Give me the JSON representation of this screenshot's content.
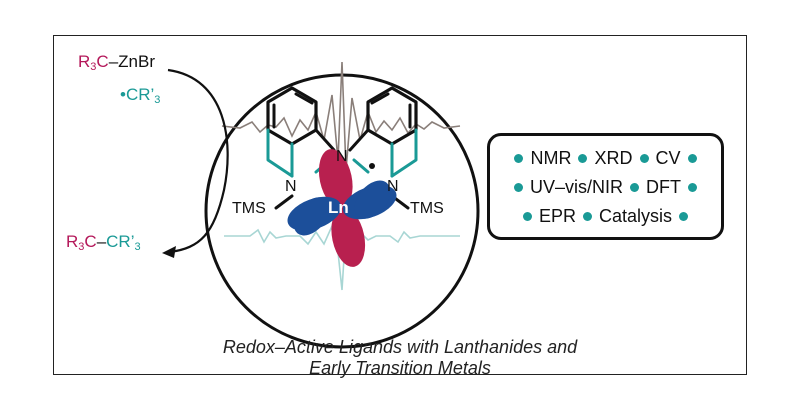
{
  "reagent": {
    "r3c": "R",
    "r3c_sub": "3",
    "r3c_tail": "C",
    "znbr": "–ZnBr",
    "radical_dot": "•",
    "radical_cr": "CR’",
    "radical_sub": "3"
  },
  "product": {
    "r3c": "R",
    "r3c_sub": "3",
    "r3c_tail": "C",
    "dash": "–",
    "cr": "CR’",
    "cr_sub": "3"
  },
  "complex": {
    "metal": "Ln",
    "n_left": "N",
    "n_center": "N",
    "n_right": "N",
    "tms_left": "TMS",
    "tms_right": "TMS"
  },
  "techniques": {
    "row1": [
      "NMR",
      "XRD",
      "CV"
    ],
    "row2": [
      "UV–vis/NIR",
      "DFT"
    ],
    "row3": [
      "EPR",
      "Catalysis"
    ]
  },
  "caption": {
    "line1": "Redox–Active Ligands with Lanthanides and",
    "line2": "Early Transition Metals"
  },
  "colors": {
    "magenta": "#b4185a",
    "teal": "#1a9a96",
    "blue": "#1c4f9a",
    "crimson": "#b8204f"
  }
}
